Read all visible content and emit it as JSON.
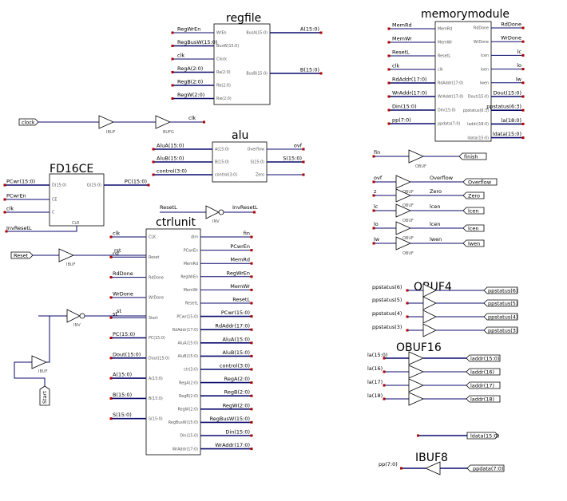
{
  "regfile": {
    "title": "regfile",
    "in_pins": [
      "WrEn",
      "BusW(15:0)",
      "Clock",
      "Ra(2:0)",
      "Rb(2:0)",
      "Rw(2:0)"
    ],
    "out_pins": [
      "BusA(15:0)",
      "BusB(15:0)"
    ],
    "in_nets": [
      "RegWrEn",
      "RegBusW(15:0)",
      "clk",
      "RegA(2:0)",
      "RegB(2:0)",
      "RegW(2:0)"
    ],
    "out_nets": [
      "A(15:0)",
      "B(15:0)"
    ]
  },
  "memorymodule": {
    "title": "memorymodule",
    "in_pins": [
      "MemRd",
      "MemWr",
      "ResetL",
      "clk",
      "RdAddr(17:0)",
      "WrAddr(17:0)",
      "Din(15:0)",
      "ppdata(7:0)"
    ],
    "out_pins": [
      "RdDone",
      "WrDone",
      "lcen",
      "loen",
      "lwen",
      "Dout(15:0)",
      "ppstatus(6:3)",
      "laddr(18:0)",
      "ldata(15:0)"
    ],
    "in_nets": [
      "MemRd",
      "MemWr",
      "ResetL",
      "clk",
      "RdAddr(17:0)",
      "WrAddr(17:0)",
      "Din(15:0)",
      "pp(7:0)"
    ],
    "out_nets": [
      "RdDone",
      "WrDone",
      "lc",
      "lo",
      "lw",
      "Dout(15:0)",
      "ppstatus(6:3)",
      "la(18:0)",
      "ldata(15:0)"
    ]
  },
  "alu": {
    "title": "alu",
    "in_pins": [
      "A(15:0)",
      "B(15:0)",
      "control(3:0)"
    ],
    "out_pins": [
      "Overflow",
      "S(15:0)",
      "Zero"
    ],
    "in_nets": [
      "AluA(15:0)",
      "AluB(15:0)",
      "control(3:0)"
    ],
    "out_nets": [
      "ovf",
      "S(15:0)",
      ""
    ]
  },
  "fd16ce": {
    "title": "FD16CE",
    "in_pins": [
      "D(15:0)",
      "CE",
      "C"
    ],
    "out_pins": [
      "Q(15:0)"
    ],
    "bottom_pin": "CLR",
    "in_nets": [
      "PCwr(15:0)",
      "PCwrEn",
      "clk"
    ],
    "out_net": "PC(15:0)",
    "clr_net": "InvResetL"
  },
  "ctrlunit": {
    "title": "ctrlunit",
    "in_pins": [
      "CLK",
      "Reset",
      "RdDone",
      "WrDone",
      "Start",
      "PC(15:0)",
      "Dout(15:0)",
      "A(15:0)",
      "B(15:0)",
      "S(15:0)"
    ],
    "out_pins": [
      "dlm",
      "PCwrEn",
      "MemRd",
      "RegWrEn",
      "MemWr",
      "ResetL",
      "PCwr(15:0)",
      "RdAddr(17:0)",
      "AluA(15:0)",
      "AluB(15:0)",
      "ctr(3:0)",
      "RegA(2:0)",
      "RegB(2:0)",
      "RegW(2:0)",
      "RegBusW(15:0)",
      "Din(15:0)",
      "WrAddr(17:0)"
    ],
    "in_nets": [
      "clk",
      "rst",
      "RdDone",
      "WrDone",
      "st",
      "PC(15:0)",
      "Dout(15:0)",
      "A(15:0)",
      "B(15:0)",
      "S(15:0)"
    ],
    "out_nets": [
      "fin",
      "PCwrEn",
      "MemRd",
      "RegWrEn",
      "MemWr",
      "ResetL",
      "PCwr(15:0)",
      "RdAddr(17:0)",
      "AluA(15:0)",
      "AluB(15:0)",
      "control(3:0)",
      "RegA(2:0)",
      "RegB(2:0)",
      "RegW(2:0)",
      "RegBusW(15:0)",
      "Din(15:0)",
      "WrAddr(17:0)"
    ]
  },
  "clockpath": {
    "port": "clock",
    "ibuf": "IBUF",
    "bufg": "BUFG",
    "net": "clk"
  },
  "resetpath": {
    "port": "Reset",
    "ibuf": "IBUF",
    "net": "rst"
  },
  "startpath": {
    "port": "Start",
    "ibuf": "IBUF",
    "inv": "INV",
    "net": "st"
  },
  "invreset": {
    "in": "ResetL",
    "inv": "INV",
    "out": "InvResetL"
  },
  "obufs": [
    {
      "in": "fin",
      "out": "finish",
      "cell": "OBUF"
    },
    {
      "in": "ovf",
      "out": "Overflow",
      "net": "Overflow",
      "cell": "OBUF"
    },
    {
      "in": "z",
      "out": "Zero",
      "net": "Zero",
      "cell": "OBUF"
    },
    {
      "in": "lc",
      "out": "lcen",
      "net": "lcen",
      "cell": "OBUF"
    },
    {
      "in": "lo",
      "out": "lcen",
      "net": "lcen",
      "cell": "OBUF"
    },
    {
      "in": "lw",
      "out": "lwen",
      "net": "lwen",
      "cell": "OBUF"
    }
  ],
  "obuf4": {
    "title": "OBUF4",
    "in": [
      "ppstatus(6)",
      "ppstatus(5)",
      "ppstatus(4)",
      "ppstatus(3)"
    ],
    "out": [
      "ppstatus(6)",
      "ppstatus(5)",
      "ppstatus(4)",
      "ppstatus(3)"
    ]
  },
  "obuf16": {
    "title": "OBUF16",
    "in": [
      "la(15:0)",
      "la(16)",
      "la(17)",
      "la(18)"
    ],
    "out": [
      "laddr(15:0)",
      "laddr(16)",
      "laddr(17)",
      "laddr(18)"
    ]
  },
  "ldata": {
    "port": "ldata(15:0)"
  },
  "ibuf8": {
    "title": "IBUF8",
    "in": "pp(7:0)",
    "out": "ppdata(7:0)"
  }
}
